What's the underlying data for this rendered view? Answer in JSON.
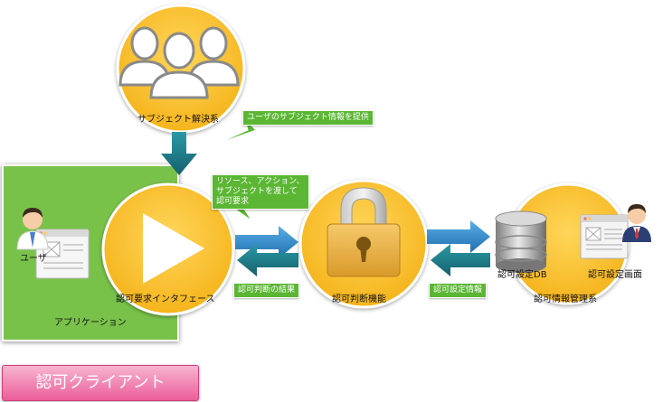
{
  "nodes": {
    "subject_resolver": "サブジェクト解決系",
    "auth_interface": "認可要求インタフェース",
    "auth_decision": "認可判断機能",
    "auth_info_mgmt": "認可情報管理系",
    "auth_settings_db": "認可設定DB",
    "auth_settings_screen": "認可設定画面",
    "user": "ユーザ",
    "application": "アプリケーション"
  },
  "callouts": {
    "user_subject_info": "ユーザのサブジェクト情報を提供",
    "request_line1": "リソース、アクション、",
    "request_line2": "サブジェクトを渡して",
    "request_line3": "認可要求",
    "decision_result": "認可判断の結果",
    "settings_info": "認可設定情報"
  },
  "badge": "認可クライアント",
  "colors": {
    "circle": "#fcc12d",
    "circle_border": "#ffffff",
    "panel": "#79c24a",
    "callout": "#5ab633",
    "arrow_blue": "#2d8bc9",
    "arrow_teal": "#1c7a86",
    "badge": "#ec5d9a"
  }
}
